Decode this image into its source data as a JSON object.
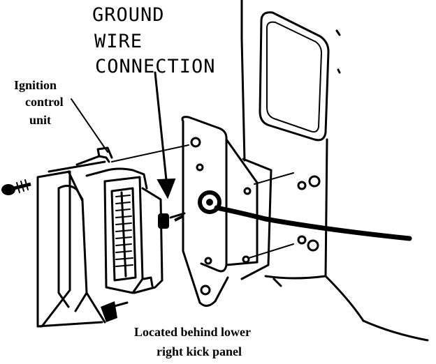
{
  "callouts": {
    "ground_line1": "GROUND",
    "ground_line2": "WIRE",
    "ground_line3": "CONNECTION",
    "icu_line1": "Ignition",
    "icu_line2": "control",
    "icu_line3": "unit"
  },
  "caption": {
    "line1": "Located behind lower",
    "line2": "right kick panel"
  }
}
